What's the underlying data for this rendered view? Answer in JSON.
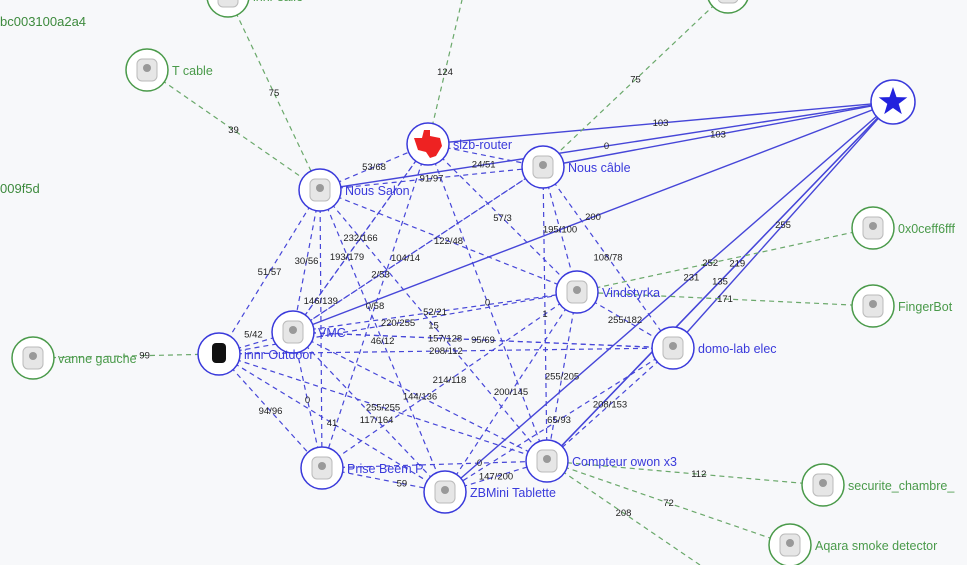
{
  "colors": {
    "router": "#3a3adb",
    "end": "#4a9a4a",
    "link_router": "#4646d8",
    "link_end": "#6aa86a",
    "coordinator": "#2222dd"
  },
  "side_labels": [
    "bc003100a2a4",
    "009f5d"
  ],
  "nodes": [
    {
      "id": "coord",
      "label": "",
      "type": "coordinator",
      "icon": "star-icon"
    },
    {
      "id": "slzb",
      "label": "slzb-router",
      "type": "router",
      "icon": "ti-logo-icon"
    },
    {
      "id": "salon",
      "label": "Nous Salon",
      "type": "router",
      "icon": "plug-icon"
    },
    {
      "id": "cable",
      "label": "Nous câble",
      "type": "router",
      "icon": "plug-icon"
    },
    {
      "id": "vind",
      "label": "Vindstyrka",
      "type": "router",
      "icon": "air-sensor-icon"
    },
    {
      "id": "vmc",
      "label": "VMC",
      "type": "router",
      "icon": "relay-icon"
    },
    {
      "id": "outdoor",
      "label": "innr Outdoor",
      "type": "router",
      "icon": "plug-icon"
    },
    {
      "id": "domo",
      "label": "domo-lab elec",
      "type": "router",
      "icon": "plug-icon"
    },
    {
      "id": "beem",
      "label": "Prise Beem P",
      "type": "router",
      "icon": "plug-icon"
    },
    {
      "id": "zbmini",
      "label": "ZBMini Tablette",
      "type": "router",
      "icon": "switch-icon"
    },
    {
      "id": "owon",
      "label": "Compteur owon x3",
      "type": "router",
      "icon": "meter-icon"
    },
    {
      "id": "salle",
      "label": "innr salle",
      "type": "end",
      "icon": "device-icon"
    },
    {
      "id": "tcable",
      "label": "T cable",
      "type": "end",
      "icon": "valve-icon"
    },
    {
      "id": "vanne",
      "label": "vanne gauche",
      "type": "end",
      "icon": "valve-icon"
    },
    {
      "id": "ceff",
      "label": "0x0ceff6fff",
      "type": "end",
      "icon": "sensor-icon"
    },
    {
      "id": "finger",
      "label": "FingerBot",
      "type": "end",
      "icon": "fingerbot-icon"
    },
    {
      "id": "secu",
      "label": "securite_chambre_",
      "type": "end",
      "icon": "smoke-detector-icon"
    },
    {
      "id": "aqara",
      "label": "Aqara smoke detector",
      "type": "end",
      "icon": "smoke-detector-icon"
    },
    {
      "id": "topr",
      "label": "",
      "type": "end",
      "icon": "device-icon"
    }
  ],
  "links": [
    {
      "from": "coord",
      "to": "salon",
      "label": "0",
      "solid": true
    },
    {
      "from": "coord",
      "to": "slzb",
      "label": "103",
      "solid": true
    },
    {
      "from": "coord",
      "to": "cable",
      "label": "103",
      "solid": true
    },
    {
      "from": "coord",
      "to": "vmc",
      "label": "200",
      "solid": true
    },
    {
      "from": "coord",
      "to": "zbmini",
      "label": "231",
      "solid": true
    },
    {
      "from": "coord",
      "to": "owon",
      "label": "135",
      "solid": true
    },
    {
      "from": "coord",
      "to": "domo",
      "label": "255",
      "solid": true
    },
    {
      "from": "coord",
      "to": "owon",
      "label": "219",
      "solid": true
    },
    {
      "from": "salon",
      "to": "slzb",
      "label": "53/68"
    },
    {
      "from": "salon",
      "to": "cable",
      "label": "91/97"
    },
    {
      "from": "slzb",
      "to": "cable",
      "label": "24/51"
    },
    {
      "from": "salon",
      "to": "vind",
      "label": "122/48"
    },
    {
      "from": "salon",
      "to": "outdoor",
      "label": "51/57"
    },
    {
      "from": "salon",
      "to": "beem",
      "label": "146/139"
    },
    {
      "from": "salon",
      "to": "vmc",
      "label": "30/56"
    },
    {
      "from": "salon",
      "to": "zbmini",
      "label": "46/12"
    },
    {
      "from": "salon",
      "to": "owon",
      "label": "15"
    },
    {
      "from": "slzb",
      "to": "vmc",
      "label": "232/166"
    },
    {
      "from": "cable",
      "to": "vmc",
      "label": "104/14"
    },
    {
      "from": "cable",
      "to": "vind",
      "label": "195/100"
    },
    {
      "from": "cable",
      "to": "owon",
      "label": "1"
    },
    {
      "from": "cable",
      "to": "domo",
      "label": "108/78"
    },
    {
      "from": "slzb",
      "to": "vind",
      "label": "57/3"
    },
    {
      "from": "vmc",
      "to": "vind",
      "label": "52/21"
    },
    {
      "from": "vmc",
      "to": "slzb",
      "label": "193/179"
    },
    {
      "from": "outdoor",
      "to": "vind",
      "label": "220/255"
    },
    {
      "from": "vmc",
      "to": "cable",
      "label": "2/53"
    },
    {
      "from": "vmc",
      "to": "domo",
      "label": "95/69"
    },
    {
      "from": "outdoor",
      "to": "vmc",
      "label": "5/42"
    },
    {
      "from": "outdoor",
      "to": "domo",
      "label": "208/112"
    },
    {
      "from": "vind",
      "to": "beem",
      "label": "214/118"
    },
    {
      "from": "vind",
      "to": "zbmini",
      "label": "200/145"
    },
    {
      "from": "vind",
      "to": "domo",
      "label": "255/182"
    },
    {
      "from": "vmc",
      "to": "domo",
      "label": "157/128"
    },
    {
      "from": "slzb",
      "to": "beem",
      "label": "0/58"
    },
    {
      "from": "outdoor",
      "to": "owon",
      "label": "255/255"
    },
    {
      "from": "vmc",
      "to": "owon",
      "label": "144/136"
    },
    {
      "from": "vind",
      "to": "owon",
      "label": "255/205"
    },
    {
      "from": "domo",
      "to": "owon",
      "label": "208/153"
    },
    {
      "from": "domo",
      "to": "zbmini",
      "label": "65/93"
    },
    {
      "from": "outdoor",
      "to": "beem",
      "label": "94/96"
    },
    {
      "from": "vmc",
      "to": "beem",
      "label": "0"
    },
    {
      "from": "outdoor",
      "to": "zbmini",
      "label": "41"
    },
    {
      "from": "vmc",
      "to": "zbmini",
      "label": "117/164"
    },
    {
      "from": "slzb",
      "to": "owon",
      "label": "0"
    },
    {
      "from": "beem",
      "to": "owon",
      "label": "0"
    },
    {
      "from": "beem",
      "to": "zbmini",
      "label": "59"
    },
    {
      "from": "zbmini",
      "to": "owon",
      "label": "147/200"
    },
    {
      "from": "tcable",
      "to": "salon",
      "label": "39"
    },
    {
      "from": "salle",
      "to": "salon",
      "label": "75"
    },
    {
      "from": "topr",
      "to": "cable",
      "label": "75"
    },
    {
      "from": "slzb",
      "to": "top",
      "label": "124"
    },
    {
      "from": "vanne",
      "to": "outdoor",
      "label": "99"
    },
    {
      "from": "ceff",
      "to": "vind",
      "label": "252"
    },
    {
      "from": "finger",
      "to": "vind",
      "label": "171"
    },
    {
      "from": "secu",
      "to": "owon",
      "label": "112"
    },
    {
      "from": "aqara",
      "to": "owon",
      "label": "72"
    },
    {
      "from": "off",
      "to": "owon",
      "label": "208"
    }
  ]
}
